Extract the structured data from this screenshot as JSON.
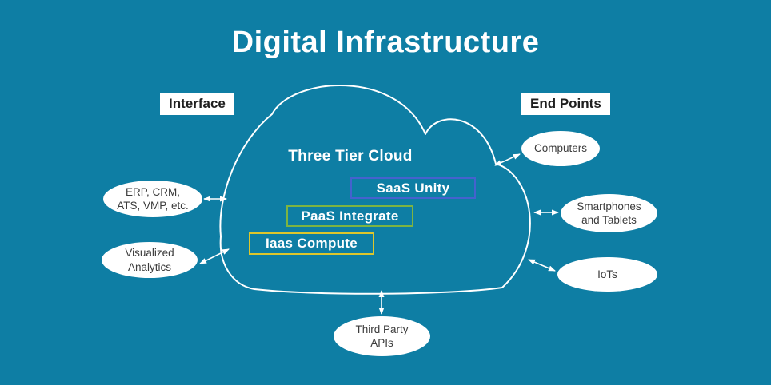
{
  "title": "Digital Infrastructure",
  "sections": {
    "interface_label": "Interface",
    "endpoints_label": "End Points"
  },
  "cloud": {
    "title": "Three Tier Cloud",
    "tiers": {
      "saas": "SaaS Unity",
      "paas": "PaaS Integrate",
      "iaas": "Iaas Compute"
    }
  },
  "nodes": {
    "erp": {
      "line1": "ERP, CRM,",
      "line2": "ATS, VMP, etc."
    },
    "analytics": {
      "line1": "Visualized",
      "line2": "Analytics"
    },
    "computers": {
      "line1": "Computers",
      "line2": ""
    },
    "smartphones": {
      "line1": "Smartphones",
      "line2": "and Tablets"
    },
    "iots": {
      "line1": "IoTs",
      "line2": ""
    },
    "apis": {
      "line1": "Third Party",
      "line2": "APIs"
    }
  },
  "colors": {
    "background": "#0E7EA4",
    "cloud_outline": "#FFFFFF",
    "arrow": "#FFFFFF",
    "node_fill": "#FFFFFF",
    "node_text": "#3C3C3C",
    "label_text": "#1F1F1F",
    "saas_border": "#4562CE",
    "paas_border": "#7DB442",
    "iaas_border": "#DDC62C",
    "title_text": "#FFFFFF"
  }
}
